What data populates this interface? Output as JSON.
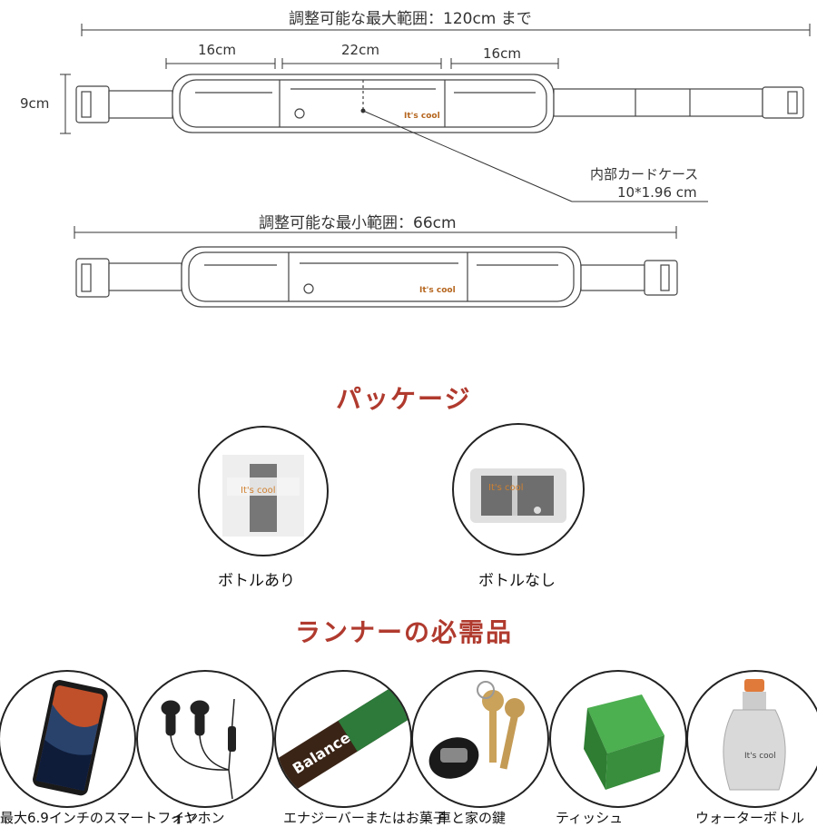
{
  "dimensions": {
    "max_range_label": "調整可能な最大範囲：120cm まで",
    "min_range_label": "調整可能な最小範囲：66cm",
    "left_pocket": "16cm",
    "center_pocket": "22cm",
    "right_pocket": "16cm",
    "height": "9cm",
    "inner_case_label": "内部カードケース",
    "inner_case_size": "10*1.96 cm"
  },
  "brand": "It's cool",
  "package": {
    "title": "パッケージ",
    "items": [
      {
        "label": "ボトルあり"
      },
      {
        "label": "ボトルなし"
      }
    ]
  },
  "runner": {
    "title": "ランナーの必需品",
    "items": [
      {
        "label": "最大6.9インチのスマートフォン",
        "icon": "smartphone-icon"
      },
      {
        "label": "イヤホン",
        "icon": "earphones-icon"
      },
      {
        "label": "エナジーバーまたはお菓子",
        "icon": "snack-bar-icon"
      },
      {
        "label": "車と家の鍵",
        "icon": "keys-icon"
      },
      {
        "label": "ティッシュ",
        "icon": "tissue-icon"
      },
      {
        "label": "ウォーターボトル",
        "icon": "water-bottle-icon"
      }
    ]
  },
  "colors": {
    "accent_red": "#b03a2e",
    "line": "#333333"
  }
}
